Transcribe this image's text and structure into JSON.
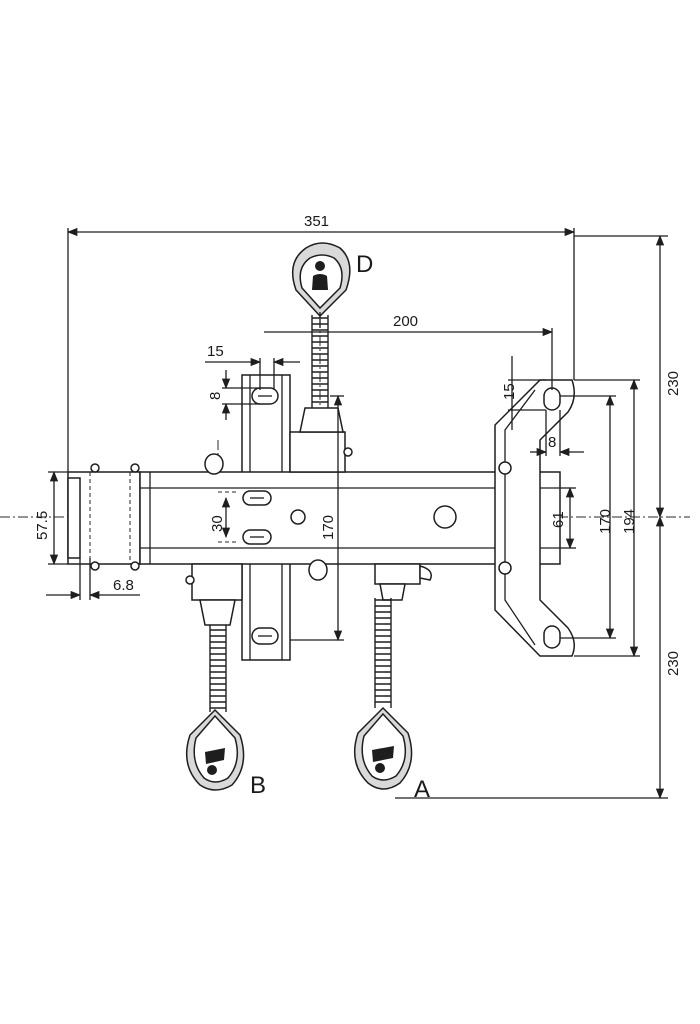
{
  "dimensions": {
    "overall_width": "351",
    "lever_spacing": "200",
    "slot_width_left": "15",
    "slot_height_left": "8",
    "slot_width_right": "15",
    "slot_height_right": "8",
    "height_upper": "230",
    "height_lower": "230",
    "bracket_height": "170",
    "bracket_outer": "194",
    "center_height": "170",
    "tube_height": "61",
    "slot_spacing": "30",
    "end_cap_height": "57.5",
    "end_cap_offset": "6.8"
  },
  "levers": {
    "top": "D",
    "lower_left": "B",
    "lower_right": "A"
  },
  "colors": {
    "line": "#1e1e1e",
    "background": "#ffffff",
    "shade": "#d9d9d9"
  }
}
